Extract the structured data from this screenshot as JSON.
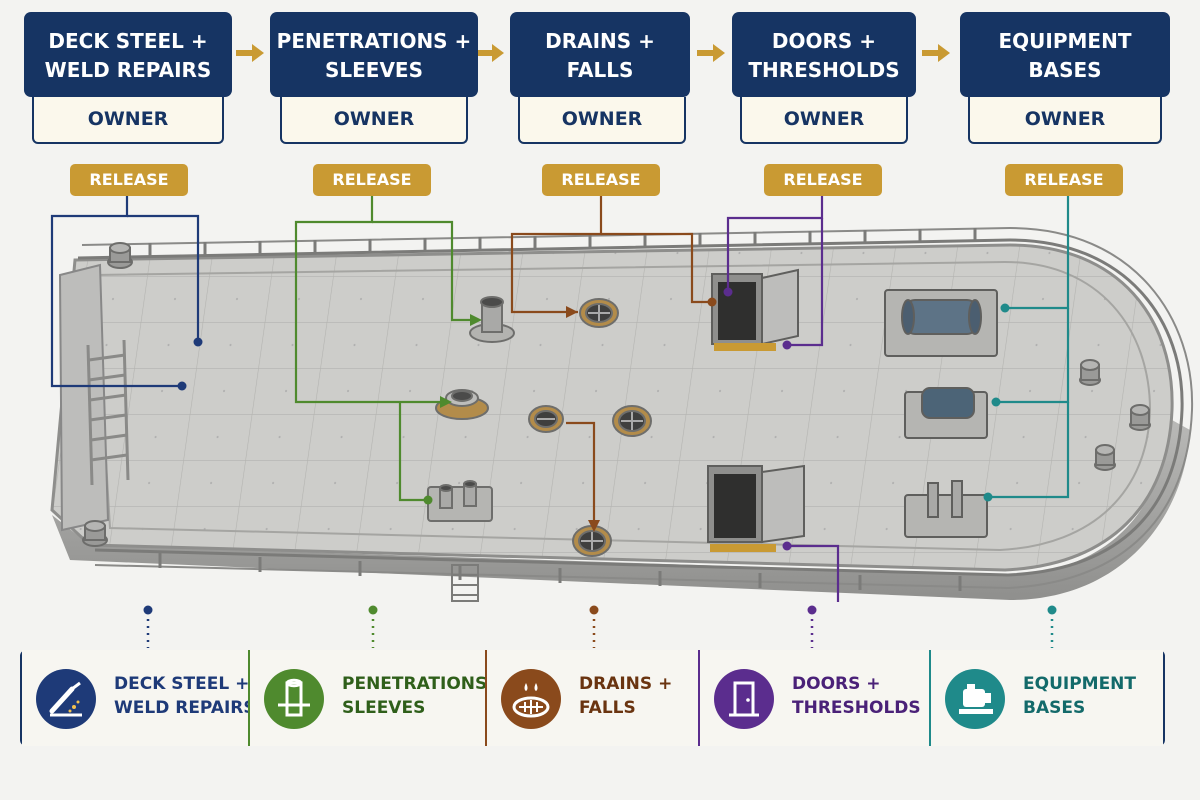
{
  "stages": [
    {
      "key": "deck",
      "title_line1": "DECK STEEL +",
      "title_line2": "WELD REPAIRS",
      "owner": "OWNER",
      "release": "RELEASE",
      "color": "#1e3a78"
    },
    {
      "key": "pen",
      "title_line1": "PENETRATIONS +",
      "title_line2": "SLEEVES",
      "owner": "OWNER",
      "release": "RELEASE",
      "color": "#4f8a2e"
    },
    {
      "key": "drain",
      "title_line1": "DRAINS +",
      "title_line2": "FALLS",
      "owner": "OWNER",
      "release": "RELEASE",
      "color": "#8a4a1c"
    },
    {
      "key": "door",
      "title_line1": "DOORS +",
      "title_line2": "THRESHOLDS",
      "owner": "OWNER",
      "release": "RELEASE",
      "color": "#5b2d8e"
    },
    {
      "key": "equip",
      "title_line1": "EQUIPMENT",
      "title_line2": "BASES",
      "owner": "OWNER",
      "release": "RELEASE",
      "color": "#1f8a8a"
    }
  ],
  "legend": [
    {
      "line1": "DECK STEEL +",
      "line2": "WELD REPAIRS",
      "icon": "welding-torch-icon",
      "color": "#1e3a78"
    },
    {
      "line1": "PENETRATIONS +",
      "line2": "SLEEVES",
      "icon": "pipe-sleeve-icon",
      "color": "#4f8a2e"
    },
    {
      "line1": "DRAINS +",
      "line2": "FALLS",
      "icon": "drain-icon",
      "color": "#8a4a1c"
    },
    {
      "line1": "DOORS +",
      "line2": "THRESHOLDS",
      "icon": "door-icon",
      "color": "#5b2d8e"
    },
    {
      "line1": "EQUIPMENT",
      "line2": "BASES",
      "icon": "equipment-icon",
      "color": "#1f8a8a"
    }
  ],
  "colors": {
    "navy": "#163463",
    "gold": "#c99a33",
    "cream": "#fbf8ec",
    "deck": "#cfcfcc"
  }
}
